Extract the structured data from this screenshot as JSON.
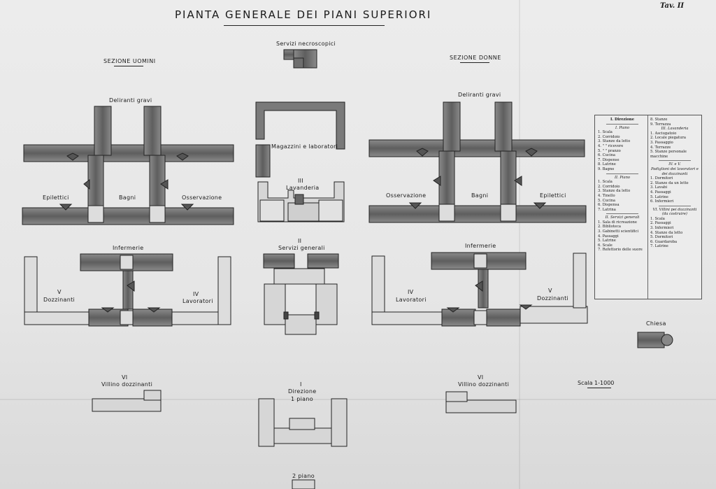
{
  "header": {
    "title": "PIANTA GENERALE DEI PIANI SUPERIORI",
    "plate": "Tav. II"
  },
  "sections": {
    "men": "SEZIONE UOMINI",
    "women": "SEZIONE DONNE"
  },
  "buildings": {
    "necro": "Servizi necroscopici",
    "deliranti_left": "Deliranti gravi",
    "deliranti_right": "Deliranti gravi",
    "epilettici_left": "Epilettici",
    "bagni_left": "Bagni",
    "osservazione_left": "Osservazione",
    "osservazione_right": "Osservazione",
    "bagni_right": "Bagni",
    "epilettici_right": "Epilettici",
    "magazzini": "Magazzini e laboratori",
    "lavanderia_num": "III",
    "lavanderia": "Lavanderia",
    "infermerie_left": "Infermerie",
    "infermerie_right": "Infermerie",
    "servizi_num": "II",
    "servizi": "Servizi generali",
    "v_left_num": "V",
    "v_left": "Dozzinanti",
    "iv_left_num": "IV",
    "iv_left": "Lavoratori",
    "iv_right_num": "IV",
    "iv_right": "Lavoratori",
    "v_right_num": "V",
    "v_right": "Dozzinanti",
    "vi_left_num": "VI",
    "vi_left": "Villino dozzinanti",
    "vi_right_num": "VI",
    "vi_right": "Villino dozzinanti",
    "direzione_num": "I",
    "direzione": "Direzione",
    "direzione_floor": "1 piano",
    "secondo_piano": "2 piano",
    "chiesa": "Chiesa"
  },
  "scale": "Scala 1-1000",
  "legend": {
    "col1": {
      "title": "I. Direzione",
      "sub1": "I. Piano",
      "items1": [
        "1. Scala",
        "2. Corridoio",
        "3. Stanze da letto",
        "4. \"  \"  ricevere",
        "5. \"  \"  pranzo",
        "6. Cucina",
        "7. Dispense",
        "8. Latrine",
        "9. Bagno"
      ],
      "sub2": "II. Piano",
      "items2": [
        "1. Scala",
        "2. Corridoio",
        "3. Stanze da letto",
        "4. Tinello",
        "5. Cucina",
        "6. Dispensa",
        "7. Latrina"
      ],
      "sub3": "II. Servizi generali",
      "items3": [
        "1. Sala di ricreazione",
        "2. Biblioteca",
        "3. Gabinetti scientifici",
        "4. Passaggi",
        "5. Latrine",
        "6. Scale",
        "7. Refettorio delle suore"
      ]
    },
    "col2": {
      "items0": [
        "8. Stanze",
        "9. Terrazza"
      ],
      "sub1": "III. Lavanderia",
      "items1": [
        "1. Asciugatoio",
        "2. Locale piegatura",
        "3. Passaggio",
        "4. Terrazze",
        "5. Stanze personale",
        "   macchine"
      ],
      "sub2": "IV. e V.",
      "sub2b": "Padiglioni dei lavoratori e dei dozzinanti",
      "items2": [
        "1. Dormitori",
        "2. Stanze da un letto",
        "3. Lavabi",
        "4. Passaggi",
        "5. Latrine",
        "6. Infermieri"
      ],
      "sub3": "VI. Villini pei dozzinanti",
      "sub3b": "(da costruire)",
      "items3": [
        "1. Scala",
        "2. Passaggi",
        "3. Infermieri",
        "4. Stanze da letto",
        "5. Dormitori",
        "6. Guardaroba",
        "7. Latrine"
      ]
    }
  }
}
